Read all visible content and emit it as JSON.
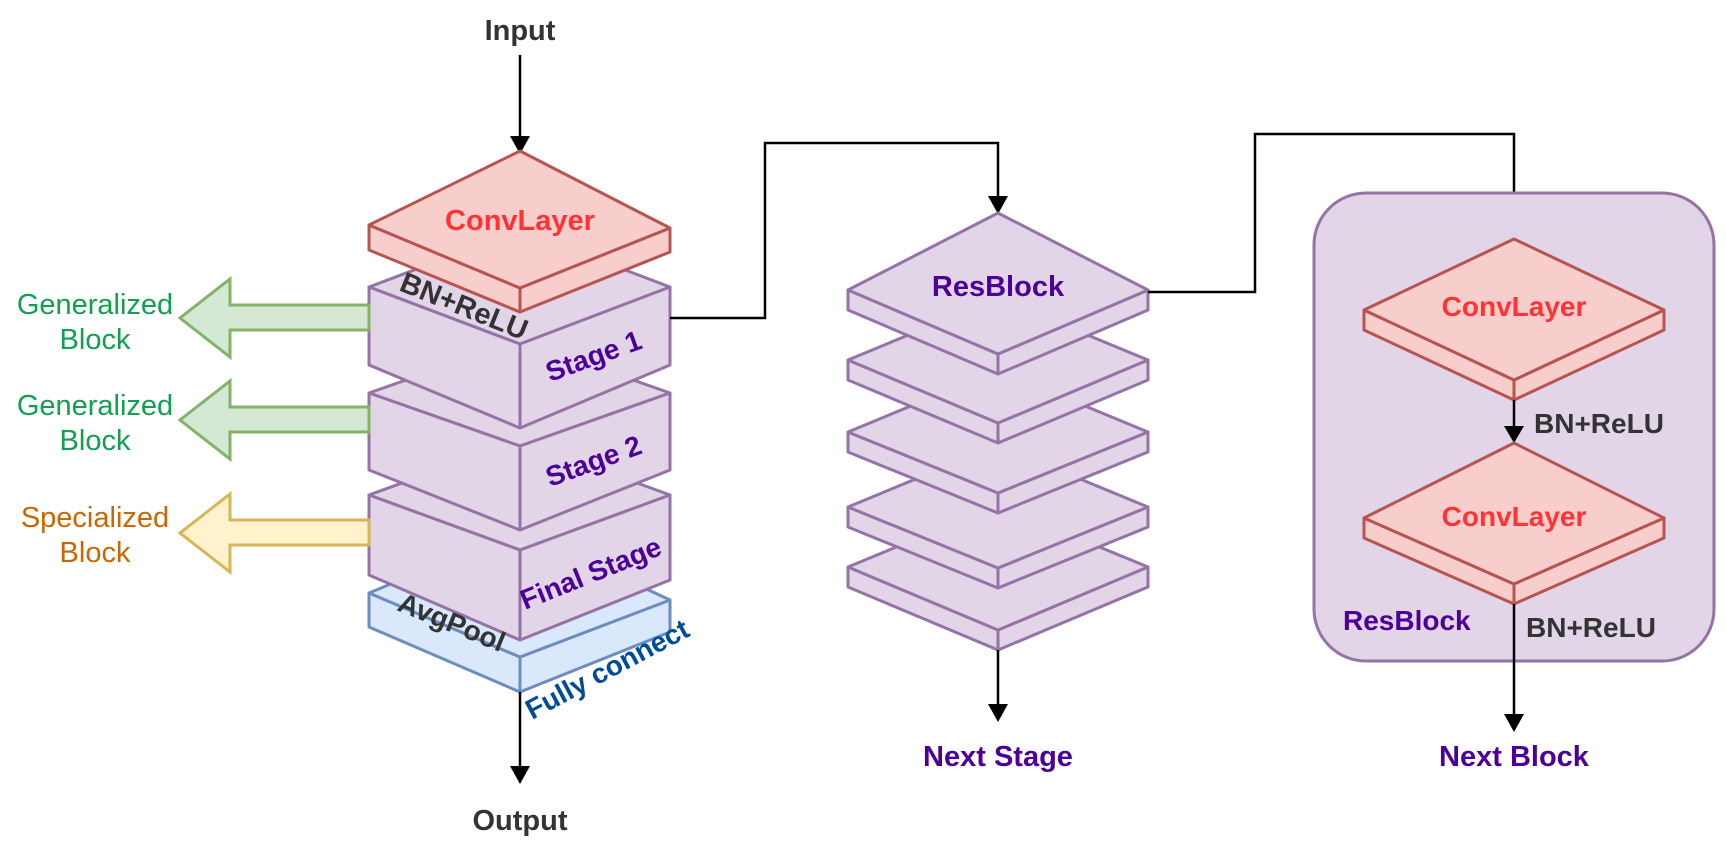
{
  "labels": {
    "input": "Input",
    "output": "Output",
    "conv_top": "ConvLayer",
    "bn_relu_left": "BN+ReLU",
    "stage1": "Stage 1",
    "stage2": "Stage 2",
    "final_stage": "Final Stage",
    "avgpool": "AvgPool",
    "fully_connect": "Fully connect",
    "generalized_1_line1": "Generalized",
    "generalized_1_line2": "Block",
    "generalized_2_line1": "Generalized",
    "generalized_2_line2": "Block",
    "specialized_line1": "Specialized",
    "specialized_line2": "Block",
    "resblock_stack": "ResBlock",
    "next_stage": "Next Stage",
    "conv_detail_1": "ConvLayer",
    "conv_detail_2": "ConvLayer",
    "bn_relu_mid": "BN+ReLU",
    "bn_relu_bottom": "BN+ReLU",
    "resblock_container": "ResBlock",
    "next_block": "Next Block"
  },
  "colors": {
    "purple_fill": "#e1d5e7",
    "purple_stroke": "#9673a6",
    "red_fill": "#f8cecc",
    "red_stroke": "#b85450",
    "blue_fill": "#dae8fc",
    "blue_stroke": "#6c8ebf",
    "green_fill": "#d5e8d4",
    "green_stroke": "#82b366",
    "yellow_fill": "#fff2cc",
    "yellow_stroke": "#d6b656"
  }
}
